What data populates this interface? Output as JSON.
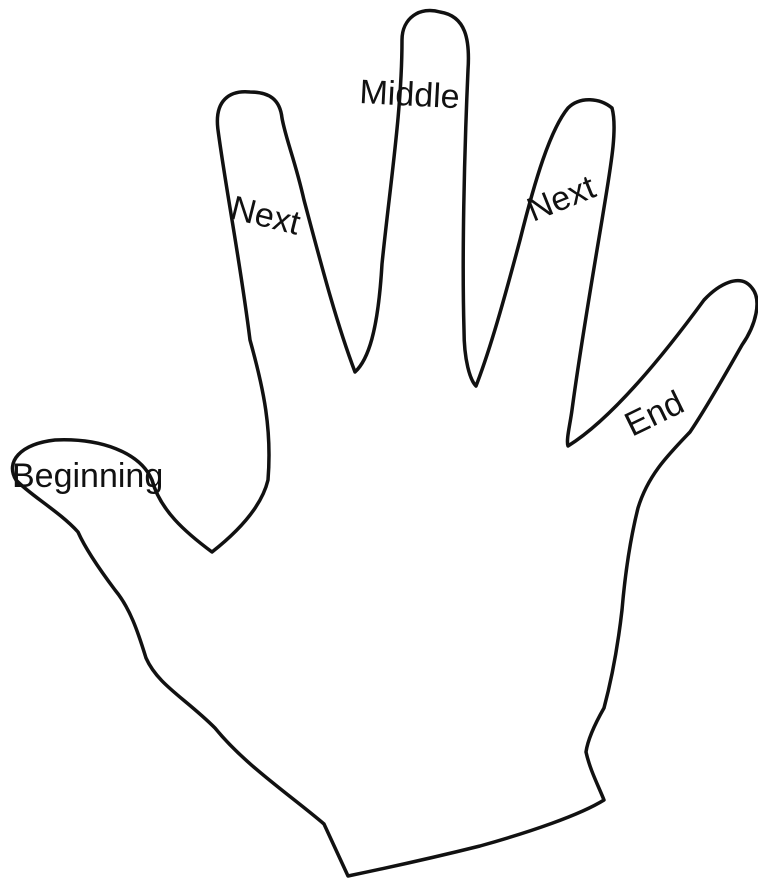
{
  "diagram": {
    "labels": {
      "thumb": "Beginning",
      "index": "Next",
      "middle": "Middle",
      "ring": "Next",
      "pinky": "End"
    },
    "colors": {
      "outline": "#111111",
      "fill": "#ffffff",
      "text": "#111111"
    },
    "icon": "hand-outline-icon"
  }
}
